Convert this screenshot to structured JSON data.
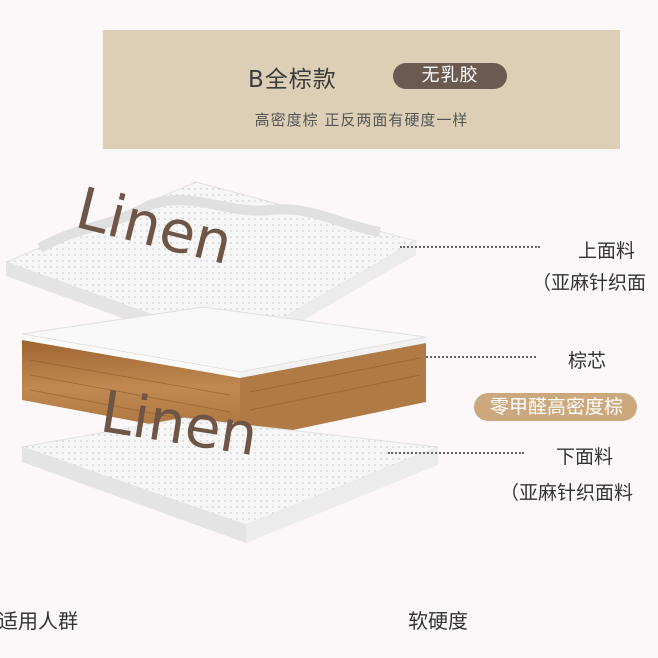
{
  "banner": {
    "title": "B全棕款",
    "badge": "无乳胶",
    "subtitle": "高密度棕 正反两面有硬度一样"
  },
  "layers": {
    "top": {
      "name": "上面料",
      "detail": "（亚麻针织面"
    },
    "core": {
      "name": "棕芯",
      "feature": "零甲醛高密度棕"
    },
    "bottom": {
      "name": "下面料",
      "detail": "（亚麻针织面料"
    }
  },
  "fabric_brand": "Linen",
  "footer": {
    "left": "适用人群",
    "right": "软硬度"
  },
  "colors": {
    "banner_bg": "#dccfb6",
    "badge_bg": "#6b5a50",
    "pill_bg": "#cba87e",
    "coir": "#b4773f"
  }
}
